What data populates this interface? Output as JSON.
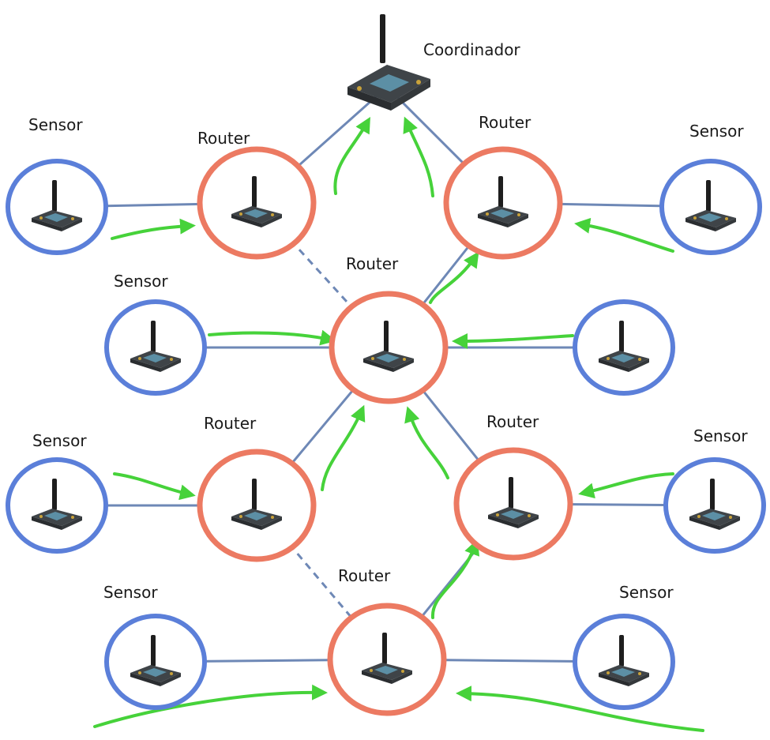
{
  "colors": {
    "router_ring": "#EC7A62",
    "sensor_ring": "#5B7FD9",
    "link": "#6E88B6",
    "arrow": "#46D23A",
    "board": "#3F4448",
    "board_chip": "#5C8FA5",
    "antenna": "#1E1E1E"
  },
  "icons": {
    "device": "zigbee-board-icon",
    "coordinator": "coordinator-board-icon"
  },
  "coordinator": {
    "label": "Coordinador"
  },
  "routers": [
    {
      "id": "r1",
      "label": "Router"
    },
    {
      "id": "r2",
      "label": "Router"
    },
    {
      "id": "r3",
      "label": "Router"
    },
    {
      "id": "r4",
      "label": "Router"
    },
    {
      "id": "r5",
      "label": "Router"
    },
    {
      "id": "r6",
      "label": "Router"
    }
  ],
  "sensors": [
    {
      "id": "s1",
      "label": "Sensor"
    },
    {
      "id": "s2",
      "label": "Sensor"
    },
    {
      "id": "s3",
      "label": "Sensor"
    },
    {
      "id": "s4",
      "label": ""
    },
    {
      "id": "s5",
      "label": "Sensor"
    },
    {
      "id": "s6",
      "label": "Sensor"
    },
    {
      "id": "s7",
      "label": "Sensor"
    },
    {
      "id": "s8",
      "label": "Sensor"
    }
  ],
  "links": [
    {
      "from": "coord",
      "to": "r1",
      "style": "solid"
    },
    {
      "from": "coord",
      "to": "r2",
      "style": "solid"
    },
    {
      "from": "s1",
      "to": "r1",
      "style": "solid"
    },
    {
      "from": "s2",
      "to": "r2",
      "style": "solid"
    },
    {
      "from": "r1",
      "to": "r3",
      "style": "dashed"
    },
    {
      "from": "r2",
      "to": "r3",
      "style": "solid"
    },
    {
      "from": "s3",
      "to": "r3",
      "style": "solid"
    },
    {
      "from": "s4",
      "to": "r3",
      "style": "solid"
    },
    {
      "from": "r3",
      "to": "r4",
      "style": "solid"
    },
    {
      "from": "r3",
      "to": "r5",
      "style": "solid"
    },
    {
      "from": "s5",
      "to": "r4",
      "style": "solid"
    },
    {
      "from": "s6",
      "to": "r5",
      "style": "solid"
    },
    {
      "from": "r4",
      "to": "r6",
      "style": "dashed"
    },
    {
      "from": "r5",
      "to": "r6",
      "style": "solid"
    },
    {
      "from": "s7",
      "to": "r6",
      "style": "solid"
    },
    {
      "from": "s8",
      "to": "r6",
      "style": "solid"
    }
  ],
  "flows": [
    {
      "from": "s1",
      "to": "r1"
    },
    {
      "from": "s2",
      "to": "r2"
    },
    {
      "from": "r1",
      "to": "coord"
    },
    {
      "from": "r2",
      "to": "coord"
    },
    {
      "from": "s3",
      "to": "r3"
    },
    {
      "from": "s4",
      "to": "r3"
    },
    {
      "from": "r3",
      "to": "r2"
    },
    {
      "from": "s5",
      "to": "r4"
    },
    {
      "from": "s6",
      "to": "r5"
    },
    {
      "from": "r4",
      "to": "r3"
    },
    {
      "from": "r5",
      "to": "r3"
    },
    {
      "from": "s7",
      "to": "r6"
    },
    {
      "from": "s8",
      "to": "r6"
    },
    {
      "from": "r6",
      "to": "r5"
    }
  ]
}
